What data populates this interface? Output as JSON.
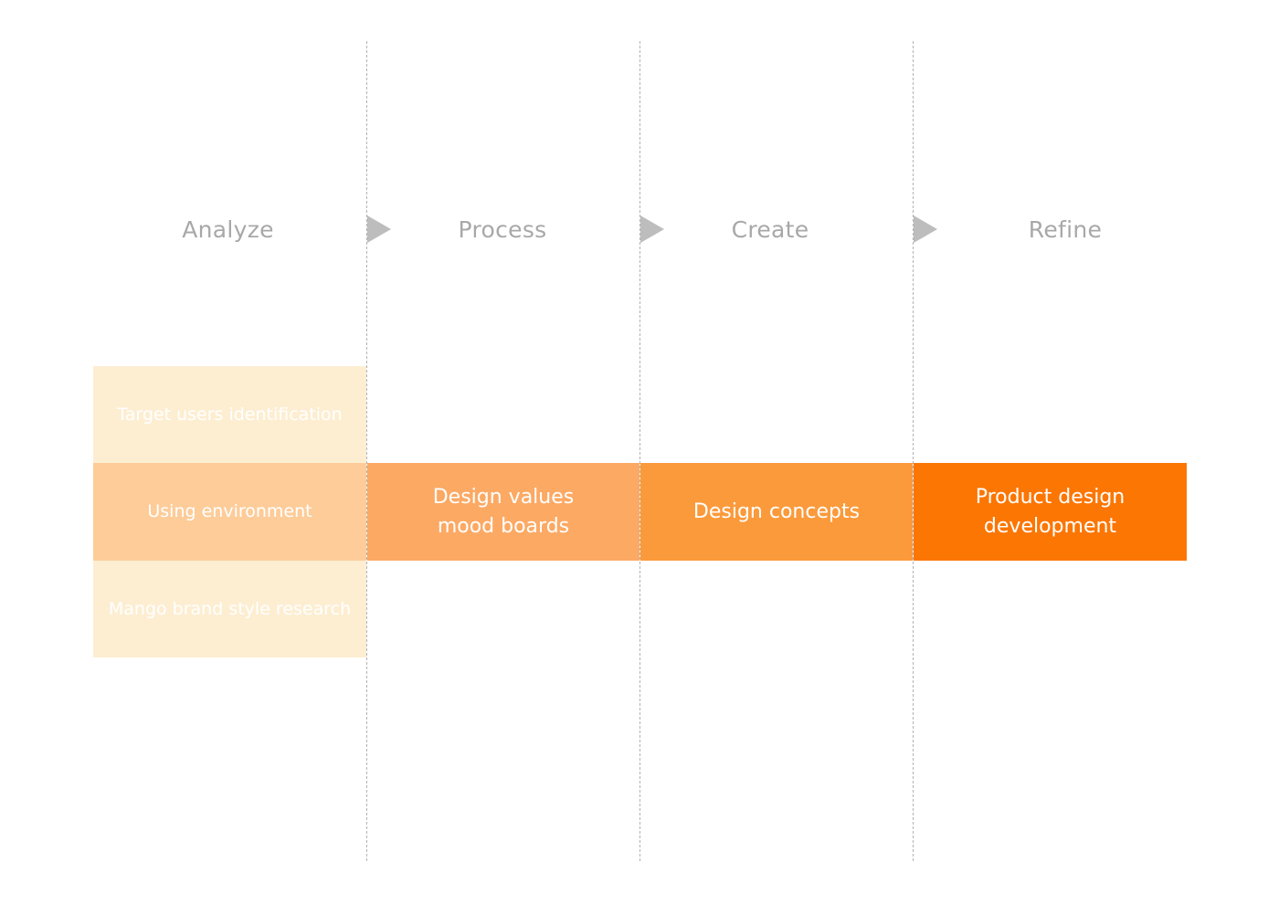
{
  "stages": [
    {
      "label": "Analyze"
    },
    {
      "label": "Process"
    },
    {
      "label": "Create"
    },
    {
      "label": "Refine"
    }
  ],
  "analyze_items": [
    {
      "label": "Target users identification",
      "color": "#fdeed2"
    },
    {
      "label": "Using environment",
      "color": "#fdcc99"
    },
    {
      "label": "Mango brand style research",
      "color": "#fdeed2"
    }
  ],
  "flow_blocks": [
    {
      "label": "Design values\nmood boards",
      "color": "#fca964"
    },
    {
      "label": "Design concepts",
      "color": "#fb9a3b"
    },
    {
      "label": "Product design\ndevelopment",
      "color": "#fc7603"
    }
  ],
  "colors": {
    "stage_title": "#a8a8a8",
    "divider": "#b3b3b3",
    "arrow": "#bdbdbd"
  }
}
